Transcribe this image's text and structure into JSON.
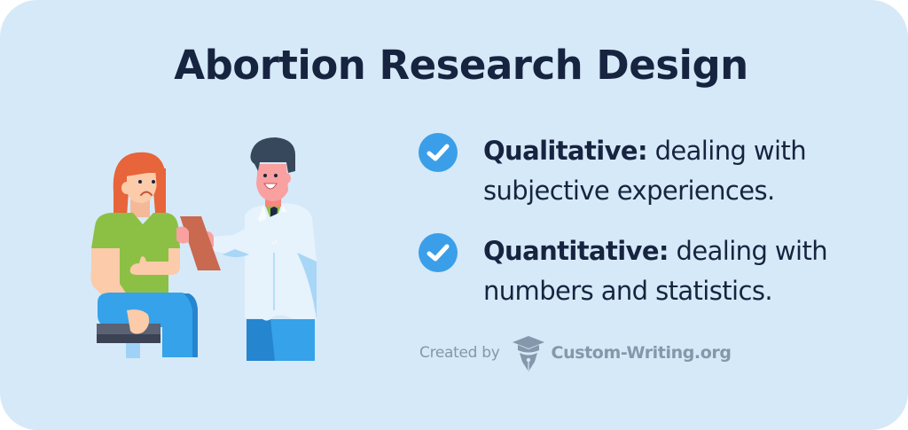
{
  "title": "Abortion Research Design",
  "colors": {
    "background": "#d6e9f8",
    "title": "#172440",
    "check": "#3a9fe8",
    "credit": "#8497ab"
  },
  "items": [
    {
      "icon": "check-circle-icon",
      "term": "Qualitative:",
      "description": " dealing with subjective experiences."
    },
    {
      "icon": "check-circle-icon",
      "term": "Quantitative:",
      "description": " dealing with numbers and statistics."
    }
  ],
  "illustration": {
    "description": "doctor-consulting-patient-illustration"
  },
  "credit": {
    "label": "Created by",
    "icon": "graduation-cap-pen-logo-icon",
    "brand": "Custom-Writing.org"
  }
}
